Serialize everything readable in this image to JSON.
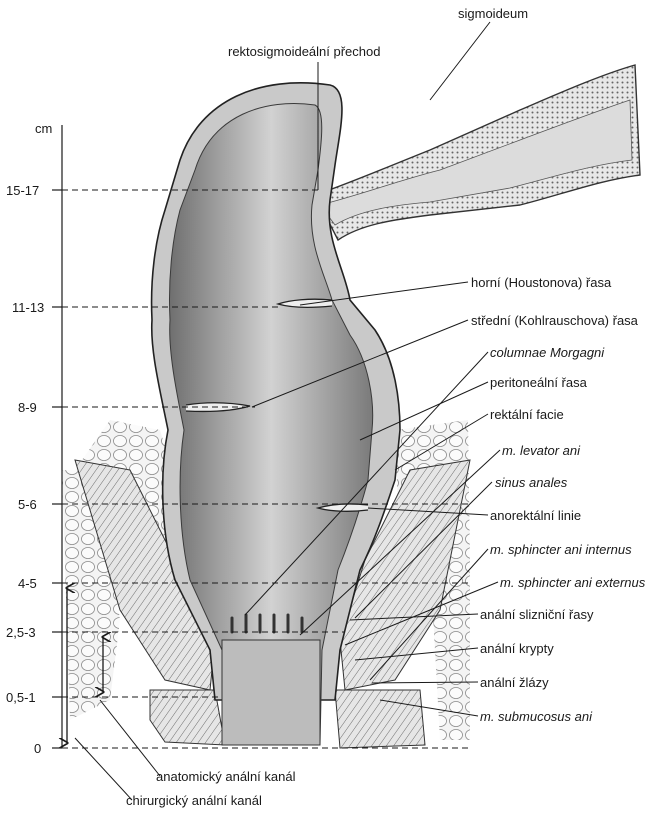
{
  "axis": {
    "unit": "cm",
    "ticks": [
      "15-17",
      "11-13",
      "8-9",
      "5-6",
      "4-5",
      "2,5-3",
      "0,5-1",
      "0"
    ]
  },
  "labels": {
    "sigmoideum": "sigmoideum",
    "rektosigmoid": "rektosigmoideální přechod",
    "horni_rasa": "horní (Houstonova) řasa",
    "stredni_rasa": "střední (Kohlrauschova) řasa",
    "columnae": "columnae Morgagni",
    "peritonealni": "peritoneální řasa",
    "rektalni_facie": "rektální facie",
    "levator": "m. levator ani",
    "sinus": "sinus anales",
    "anorektalni": "anorektální linie",
    "sph_int": "m. sphincter ani internus",
    "sph_ext": "m. sphincter ani externus",
    "slizn_rasy": "anální slizniční řasy",
    "krypty": "anální krypty",
    "zlazy": "anální žlázy",
    "submucosus": "m. submucosus ani",
    "anatomicky": "anatomický anální kanál",
    "chirurgicky": "chirurgický anální kanál"
  },
  "colors": {
    "ink": "#1a1a1a",
    "tissue": "#d9d9d9",
    "lumen": "#bdbdbd",
    "fat": "#efefef"
  }
}
